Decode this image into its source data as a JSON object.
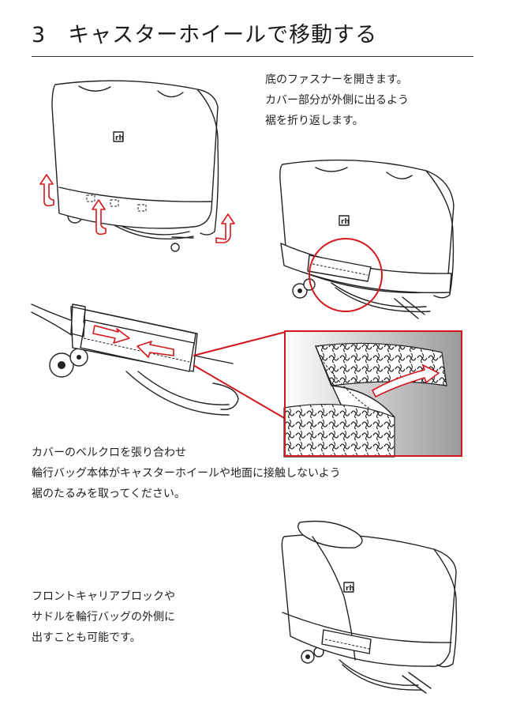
{
  "heading": {
    "number": "3",
    "title": "キャスターホイールで移動する"
  },
  "step1": {
    "lines": [
      "底のファスナーを開きます。",
      "カバー部分が外側に出るよう",
      "裾を折り返します。"
    ]
  },
  "step2": {
    "lines": [
      "カバーのベルクロを張り合わせ",
      "輪行バッグ本体がキャスターホイールや地面に接触しないよう",
      "裾のたるみを取ってください。"
    ]
  },
  "step3": {
    "lines": [
      "フロントキャリアブロックや",
      "サドルを輪行バッグの外側に",
      "出すことも可能です。"
    ]
  },
  "colors": {
    "accent": "#d3171c",
    "text": "#222222"
  }
}
